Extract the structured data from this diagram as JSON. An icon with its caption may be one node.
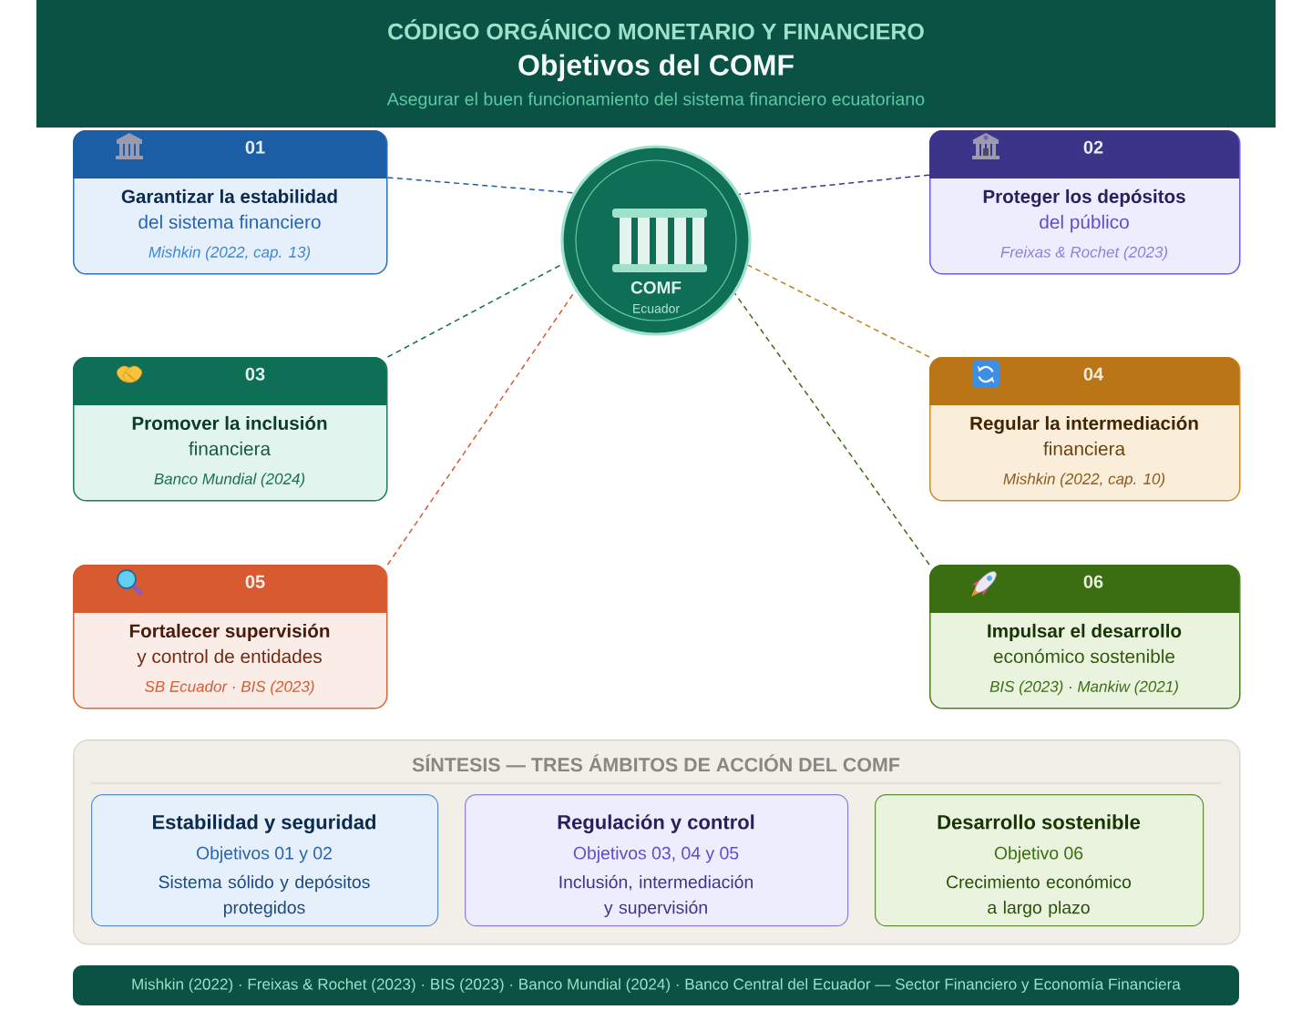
{
  "diagram": {
    "title": "Objetivos del COMF",
    "nodes": [
      {
        "text": [
          "01",
          "Garantizar la estabilidad",
          "del sistema financiero",
          "Mishkin (2022, cap. 13)"
        ]
      },
      {
        "text": [
          "COMF",
          "Ecuador"
        ]
      },
      {
        "text": [
          "02",
          "Proteger los depósitos",
          "del público",
          "Freixas & Rochet (2023)"
        ]
      },
      {
        "text": [
          "03",
          "Promover la inclusión",
          "financiera",
          "Banco Mundial (2024)"
        ]
      },
      {
        "text": [
          "04",
          "Regular la intermediación",
          "financiera",
          "Mishkin (2022, cap. 10)"
        ]
      },
      {
        "text": [
          "05",
          "Fortalecer supervisión",
          "y control de entidades",
          "SB Ecuador · BIS (2023)"
        ]
      },
      {
        "text": [
          "06",
          "Impulsar el desarrollo",
          "económico sostenible",
          "BIS (2023) · Mankiw (2021)"
        ]
      },
      {
        "text": [
          "SÍNTESIS — TRES ÁMBITOS DE ACCIÓN DEL COMF"
        ]
      },
      {
        "text": [
          "Estabilidad y seguridad",
          "Objetivos 01 y 02",
          "Sistema sólido y depósitos protegidos"
        ],
        "in": 7
      },
      {
        "text": [
          "Regulación y control",
          "Objetivos 03, 04 y 05",
          "Inclusión, intermediación y supervisión"
        ],
        "in": 7
      },
      {
        "text": [
          "Desarrollo sostenible",
          "Objetivo 06",
          "Crecimiento económico a largo plazo"
        ],
        "in": 7
      },
      {
        "text": [
          "Mishkin (2022) · Freixas & Rochet (2023) · BIS (2023) · Banco Mundial (2024) · Banco Central del Ecuador — Sector Financiero y Economía Financiera"
        ]
      }
    ],
    "edges": [
      {
        "from": 0,
        "to": 1,
        "arrow": "none",
        "style": "dashed",
        "color": "#1b5ea6"
      },
      {
        "from": 2,
        "to": 1,
        "arrow": "none",
        "style": "dashed",
        "color": "#3c3489"
      },
      {
        "from": 3,
        "to": 1,
        "arrow": "none",
        "style": "dashed",
        "color": "#0f6e56"
      },
      {
        "from": 4,
        "to": 1,
        "arrow": "none",
        "style": "dashed",
        "color": "#c17d1d"
      },
      {
        "from": 5,
        "to": 1,
        "arrow": "none",
        "style": "dashed",
        "color": "#d85a30"
      },
      {
        "from": 6,
        "to": 1,
        "arrow": "none",
        "style": "dashed",
        "color": "#3b6d11"
      }
    ],
    "labels": [
      "CÓDIGO ORGÁNICO MONETARIO Y FINANCIERO",
      "Asegurar el buen funcionamiento del sistema financiero ecuatoriano"
    ]
  }
}
